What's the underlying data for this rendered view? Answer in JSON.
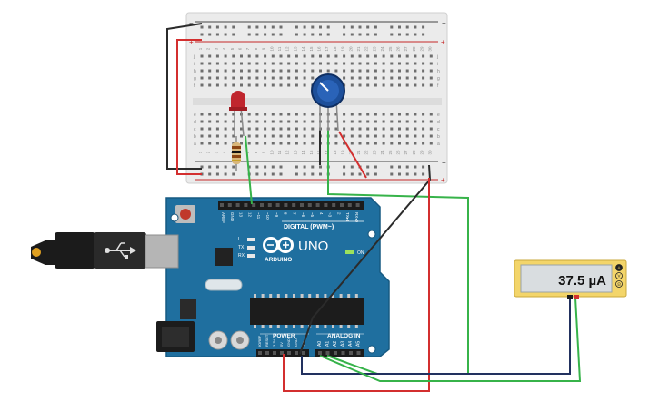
{
  "breadboard": {
    "column_numbers": [
      "1",
      "2",
      "3",
      "4",
      "5",
      "6",
      "7",
      "8",
      "9",
      "10",
      "11",
      "12",
      "13",
      "14",
      "15",
      "16",
      "17",
      "18",
      "19",
      "20",
      "21",
      "22",
      "23",
      "24",
      "25",
      "26",
      "27",
      "28",
      "29",
      "30"
    ],
    "row_letters_top": [
      "j",
      "i",
      "h",
      "g",
      "f"
    ],
    "row_letters_bottom": [
      "e",
      "d",
      "c",
      "b",
      "a"
    ],
    "rail_plus": "+",
    "rail_minus": "−"
  },
  "arduino": {
    "brand": "ARDUINO",
    "model": "UNO",
    "digital_label": "DIGITAL (PWM~)",
    "power_label": "POWER",
    "analog_label": "ANALOG IN",
    "on_label": "ON",
    "led_labels": [
      "L",
      "TX",
      "RX"
    ],
    "top_pins": [
      "AREF",
      "GND",
      "13",
      "12",
      "~11",
      "~10",
      "~9",
      "8",
      "7",
      "~6",
      "~5",
      "4",
      "~3",
      "2",
      "TX▸1",
      "RX◂0"
    ],
    "power_pins": [
      "IOREF",
      "RESET",
      "3.3V",
      "5V",
      "GND",
      "GND",
      "Vin"
    ],
    "analog_pins": [
      "A0",
      "A1",
      "A2",
      "A3",
      "A4",
      "A5"
    ]
  },
  "multimeter": {
    "reading": "37.5 µA",
    "modes": [
      "A",
      "V",
      "Ω"
    ]
  },
  "colors": {
    "board_blue": "#1f6f9f",
    "wire_red": "#d32f2f",
    "wire_black": "#2b2b2b",
    "wire_green": "#37b34a",
    "wire_navy": "#22315f",
    "led_red": "#c0262e",
    "pot_blue": "#1d4f9a"
  }
}
